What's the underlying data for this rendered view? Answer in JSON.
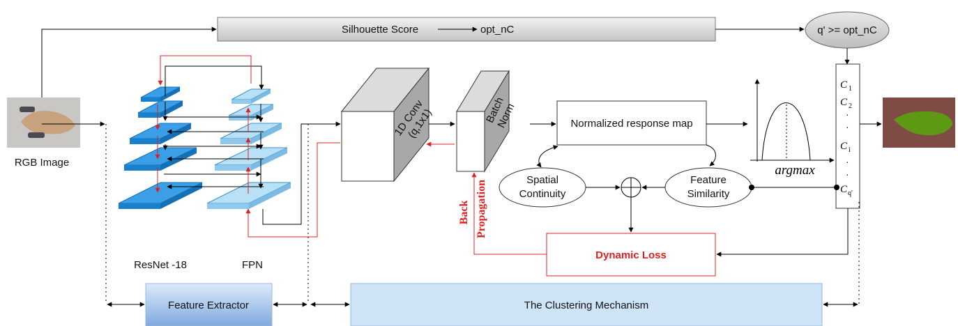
{
  "top_bar": {
    "text_left": "Silhouette Score",
    "text_right": "opt_nC",
    "decision": "q' >= opt_nC"
  },
  "input": {
    "label": "RGB Image"
  },
  "backbone": {
    "resnet_label": "ResNet -18",
    "fpn_label": "FPN"
  },
  "conv": {
    "line1": "1D Conv",
    "line2": "(q,1x1)"
  },
  "batchnorm": {
    "line1": "Batch",
    "line2": "Norm"
  },
  "response_map": {
    "label": "Normalized response map"
  },
  "losses": {
    "spatial_line1": "Spatial",
    "spatial_line2": "Continuity",
    "feature_line1": "Feature",
    "feature_line2": "Similarity",
    "dynamic": "Dynamic Loss"
  },
  "backprop": {
    "line1": "Back",
    "line2": "Propagation"
  },
  "argmax": {
    "label": "argmax"
  },
  "clusters": {
    "c1": "C",
    "c1_sub": "1",
    "c2": "C",
    "c2_sub": "2",
    "ci": "C",
    "ci_sub": "i",
    "cq": "C",
    "cq_sub": "q'",
    "dots": [
      "·",
      "·",
      "·",
      "·"
    ]
  },
  "bottom": {
    "feature_extractor": "Feature Extractor",
    "clustering": "The Clustering Mechanism"
  },
  "colors": {
    "accent_red": "#e02020",
    "resnet_blue": "#1a8fdc",
    "fpn_blue": "#a9d8f3",
    "bottom_box": "#cfe3f7"
  }
}
